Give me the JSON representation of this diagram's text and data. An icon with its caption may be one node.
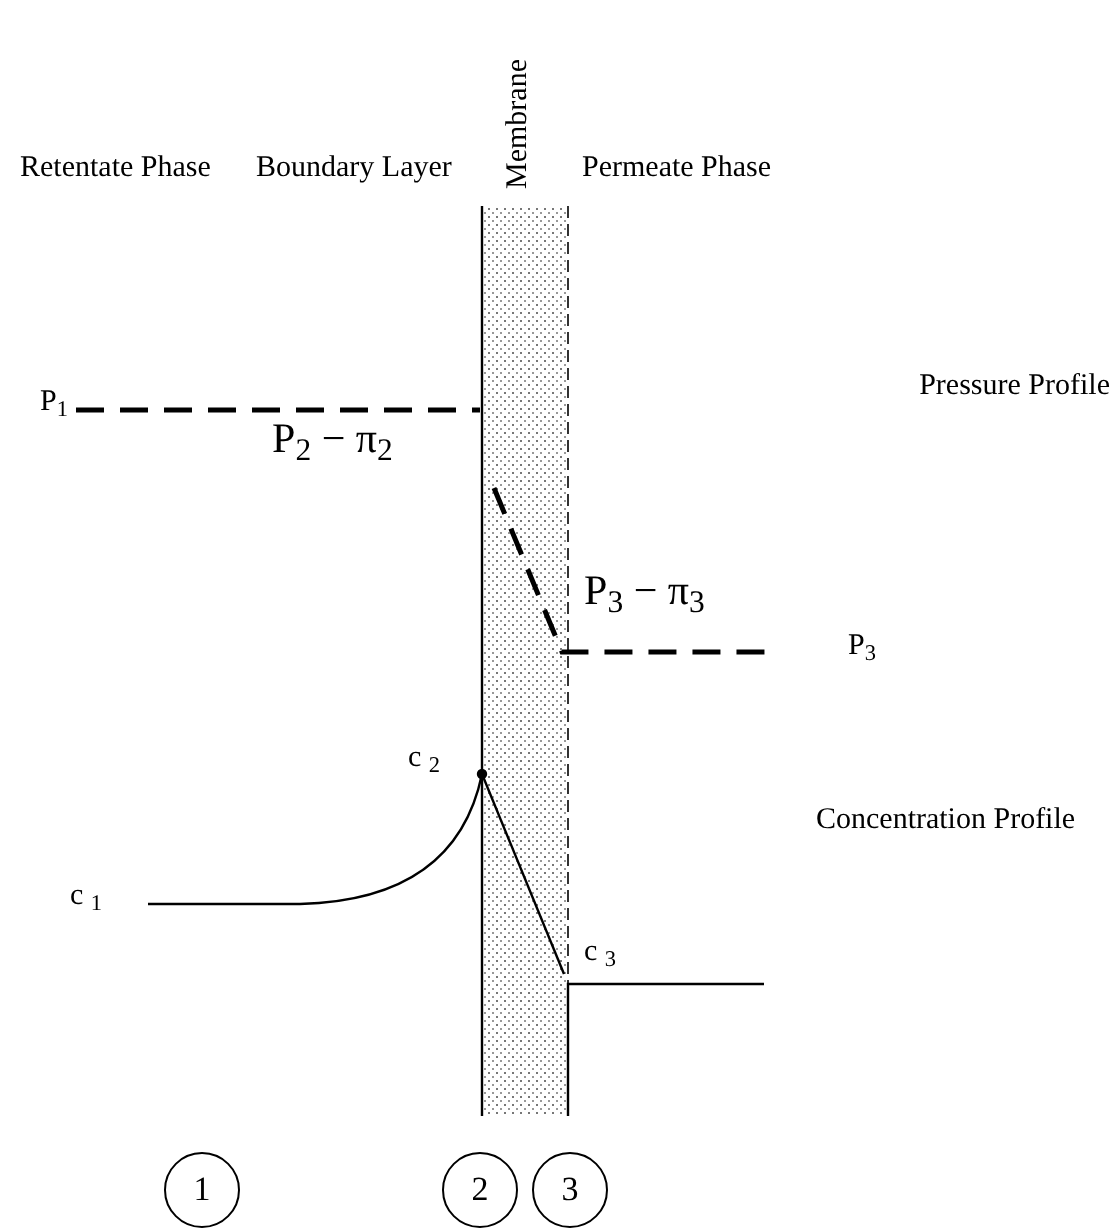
{
  "diagram": {
    "nodes": [
      {
        "text": [
          "1"
        ]
      },
      {
        "text": [
          "2"
        ]
      },
      {
        "text": [
          "3"
        ]
      }
    ],
    "labels": [
      "Retentate Phase",
      "Boundary Layer",
      "Membrane",
      "Permeate Phase",
      "P$_{1}$",
      "P$_{2}$ − π$_{2}$",
      "Pressure Profile",
      "P$_{3}$ − π$_{3}$",
      "P$_{3}$",
      "c $_{2}$",
      "Concentration Profile",
      "c $_{1}$",
      "c $_{3}$"
    ]
  }
}
